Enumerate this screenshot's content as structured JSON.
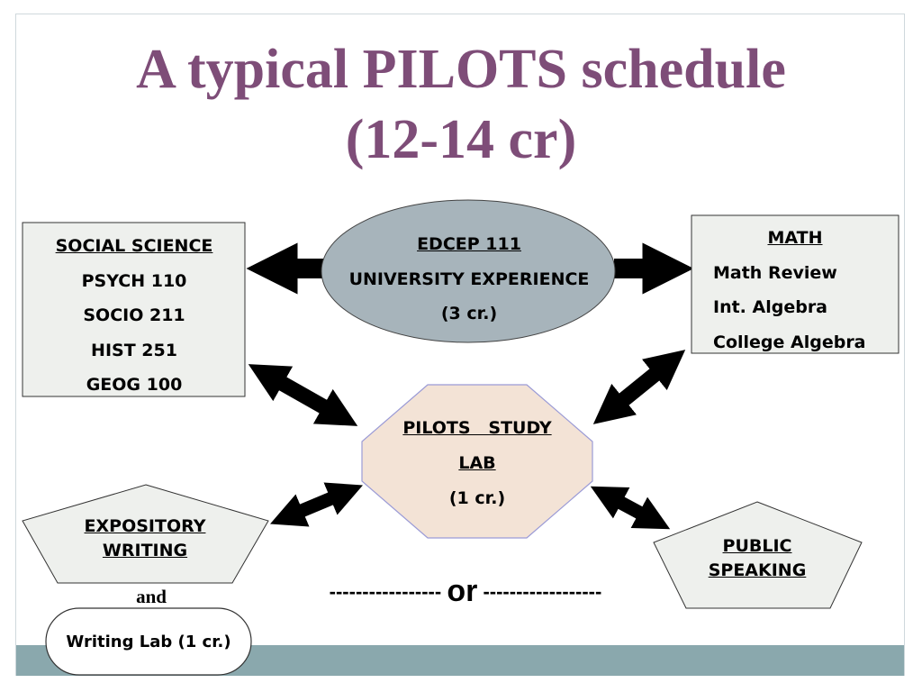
{
  "title": {
    "line1": "A typical PILOTS schedule",
    "line2": "(12-14 cr)"
  },
  "social_science": {
    "heading": "SOCIAL SCIENCE",
    "courses": [
      "PSYCH 110",
      "SOCIO 211",
      "HIST 251",
      "GEOG 100"
    ]
  },
  "edcep": {
    "heading": "EDCEP 111",
    "subtitle": "UNIVERSITY EXPERIENCE",
    "credits": "(3 cr.)"
  },
  "math": {
    "heading": "MATH",
    "courses": [
      "Math Review",
      "Int. Algebra",
      "College Algebra"
    ]
  },
  "study_lab": {
    "heading_line1": "PILOTS   STUDY",
    "heading_line2": "LAB",
    "credits": "(1 cr.)"
  },
  "expository": {
    "line1": "EXPOSITORY",
    "line2": "WRITING"
  },
  "public_speaking": {
    "line1": "PUBLIC",
    "line2": "SPEAKING"
  },
  "connector": {
    "and": "and",
    "dashes_left": "-----------------",
    "or": "or",
    "dashes_right": "------------------"
  },
  "writing_lab": {
    "label": "Writing Lab (1 cr.)"
  },
  "colors": {
    "title": "#7e4d78",
    "edcep_fill": "#a7b4bb",
    "lab_fill": "#f3e3d6",
    "box_fill": "#eef0ed",
    "footer_band": "#8aa8ad"
  }
}
